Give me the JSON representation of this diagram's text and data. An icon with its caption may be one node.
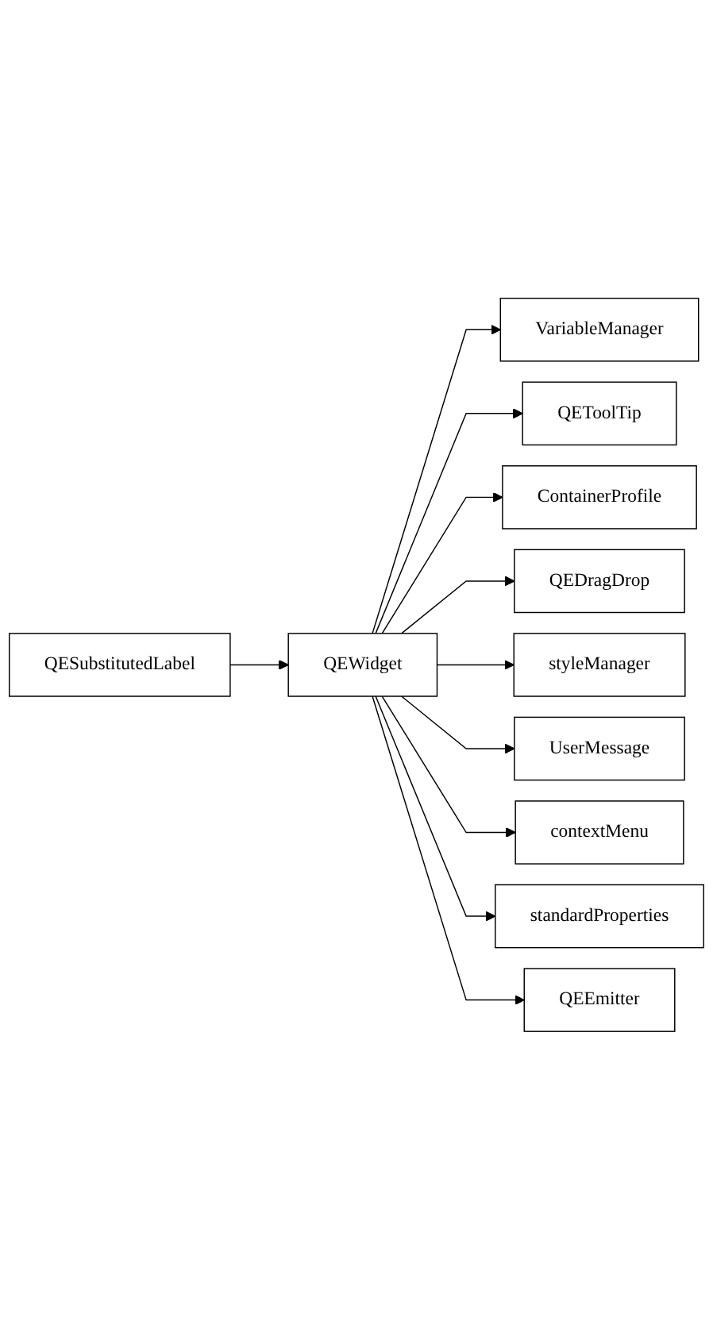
{
  "diagram": {
    "nodes": [
      {
        "text": [
          "VariableManager"
        ]
      },
      {
        "text": [
          "QEToolTip"
        ]
      },
      {
        "text": [
          "ContainerProfile"
        ]
      },
      {
        "text": [
          "QEDragDrop"
        ]
      },
      {
        "text": [
          "styleManager"
        ]
      },
      {
        "text": [
          "UserMessage"
        ]
      },
      {
        "text": [
          "contextMenu"
        ]
      },
      {
        "text": [
          "standardProperties"
        ]
      },
      {
        "text": [
          "QEEmitter"
        ]
      },
      {
        "text": [
          "QEWidget"
        ]
      },
      {
        "text": [
          "QESubstitutedLabel"
        ]
      }
    ],
    "edges": [
      {
        "from": 9,
        "to": 0,
        "arrow": "to"
      },
      {
        "from": 9,
        "to": 1,
        "arrow": "to"
      },
      {
        "from": 9,
        "to": 2,
        "arrow": "to"
      },
      {
        "from": 9,
        "to": 3,
        "arrow": "to"
      },
      {
        "from": 9,
        "to": 4,
        "arrow": "to"
      },
      {
        "from": 9,
        "to": 5,
        "arrow": "to"
      },
      {
        "from": 9,
        "to": 6,
        "arrow": "to"
      },
      {
        "from": 9,
        "to": 7,
        "arrow": "to"
      },
      {
        "from": 9,
        "to": 8,
        "arrow": "to"
      },
      {
        "from": 10,
        "to": 9,
        "arrow": "to"
      }
    ]
  }
}
